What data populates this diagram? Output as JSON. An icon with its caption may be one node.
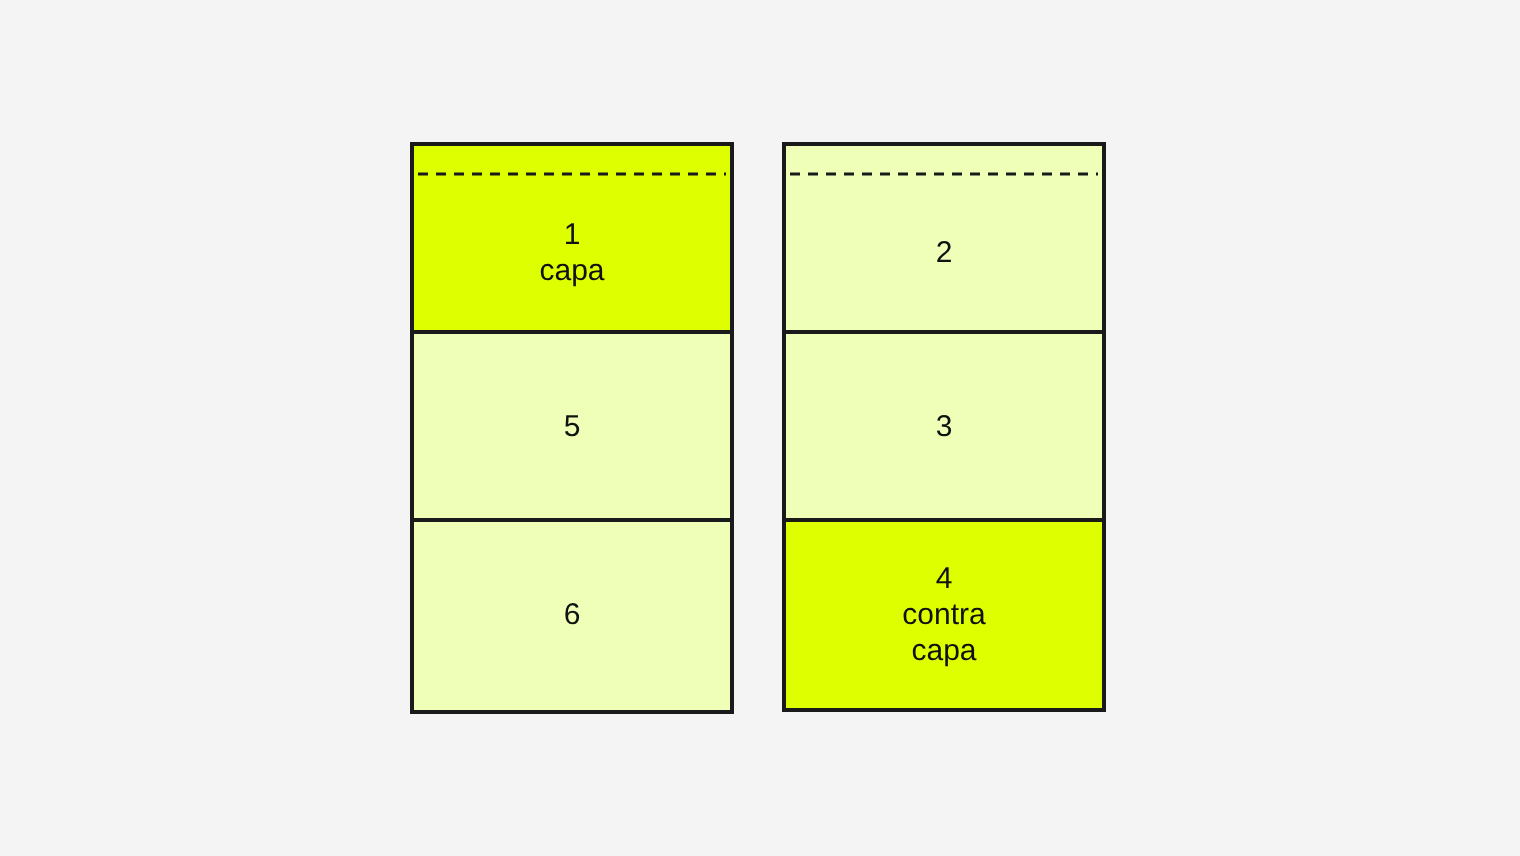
{
  "diagram": {
    "nodes": [
      {
        "text": [
          "1",
          "capa"
        ]
      },
      {
        "text": [
          "2"
        ]
      },
      {
        "text": [
          "5"
        ]
      },
      {
        "text": [
          "3"
        ]
      },
      {
        "text": [
          "6"
        ]
      },
      {
        "text": [
          "4",
          "contra capa"
        ]
      }
    ]
  }
}
